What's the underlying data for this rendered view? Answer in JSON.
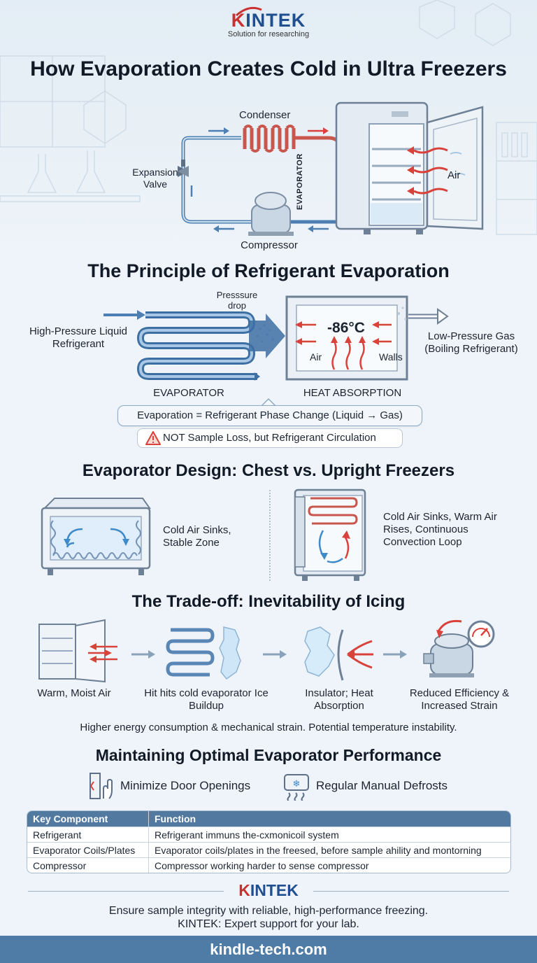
{
  "brand": {
    "k": "K",
    "rest": "INTEK",
    "tagline": "Solution for researching"
  },
  "title": "How Evaporation Creates Cold in Ultra Freezers",
  "hero": {
    "condenser": "Condenser",
    "expansion_valve": "Expansion Valve",
    "evaporator": "EVAPORATOR",
    "air": "Air",
    "compressor": "Compressor"
  },
  "principle": {
    "title": "The Principle of Refrigerant Evaporation",
    "pressure_drop": "Presssure drop",
    "high_pressure": "High-Pressure Liquid Refrigerant",
    "temperature": "-86°C",
    "air": "Air",
    "walls": "Walls",
    "low_pressure": "Low-Pressure Gas (Boiling Refrigerant)",
    "evaporator_label": "EVAPORATOR",
    "heat_label": "HEAT ABSORPTION",
    "equation": "Evaporation = Refrigerant Phase Change (Liquid → Gas)",
    "warning": "NOT Sample Loss, but Refrigerant Circulation"
  },
  "design": {
    "title": "Evaporator Design: Chest vs. Upright Freezers",
    "chest_text": "Cold Air Sinks, Stable Zone",
    "upright_text": "Cold Air Sinks, Warm Air Rises, Continuous Convection Loop"
  },
  "tradeoff": {
    "title": "The Trade-off: Inevitability of Icing",
    "steps": [
      {
        "label": "Warm, Moist Air"
      },
      {
        "label": "Hit hits cold evaporator Ice Buildup"
      },
      {
        "label": "Insulator; Heat Absorption"
      },
      {
        "label": "Reduced Efficiency & Increased Strain"
      }
    ],
    "summary": "Higher energy consumption & mechanical strain. Potential temperature instability."
  },
  "maintain": {
    "title": "Maintaining Optimal Evaporator Performance",
    "tip1": "Minimize Door Openings",
    "tip2": "Regular Manual Defrosts"
  },
  "table": {
    "headers": [
      "Key Component",
      "Function"
    ],
    "rows": [
      [
        "Refrigerant",
        "Refrigerant immuns the-cxmonicoil system"
      ],
      [
        "Evaporator Coils/Plates",
        "Evaporator coils/plates in the freesed, before sample  ahility and montorning"
      ],
      [
        "Compressor",
        "Compressor working harder to sense compressor"
      ]
    ]
  },
  "footer": {
    "line1": "Ensure sample integrity with reliable, high-performance freezing.",
    "line2": "KINTEK: Expert support for your lab.",
    "url": "kindle-tech.com"
  },
  "colors": {
    "brand_blue": "#1f4f8f",
    "brand_red": "#c93131",
    "hot": "#d9423a",
    "cold": "#3f8ac9",
    "footer": "#4f7ba7"
  }
}
